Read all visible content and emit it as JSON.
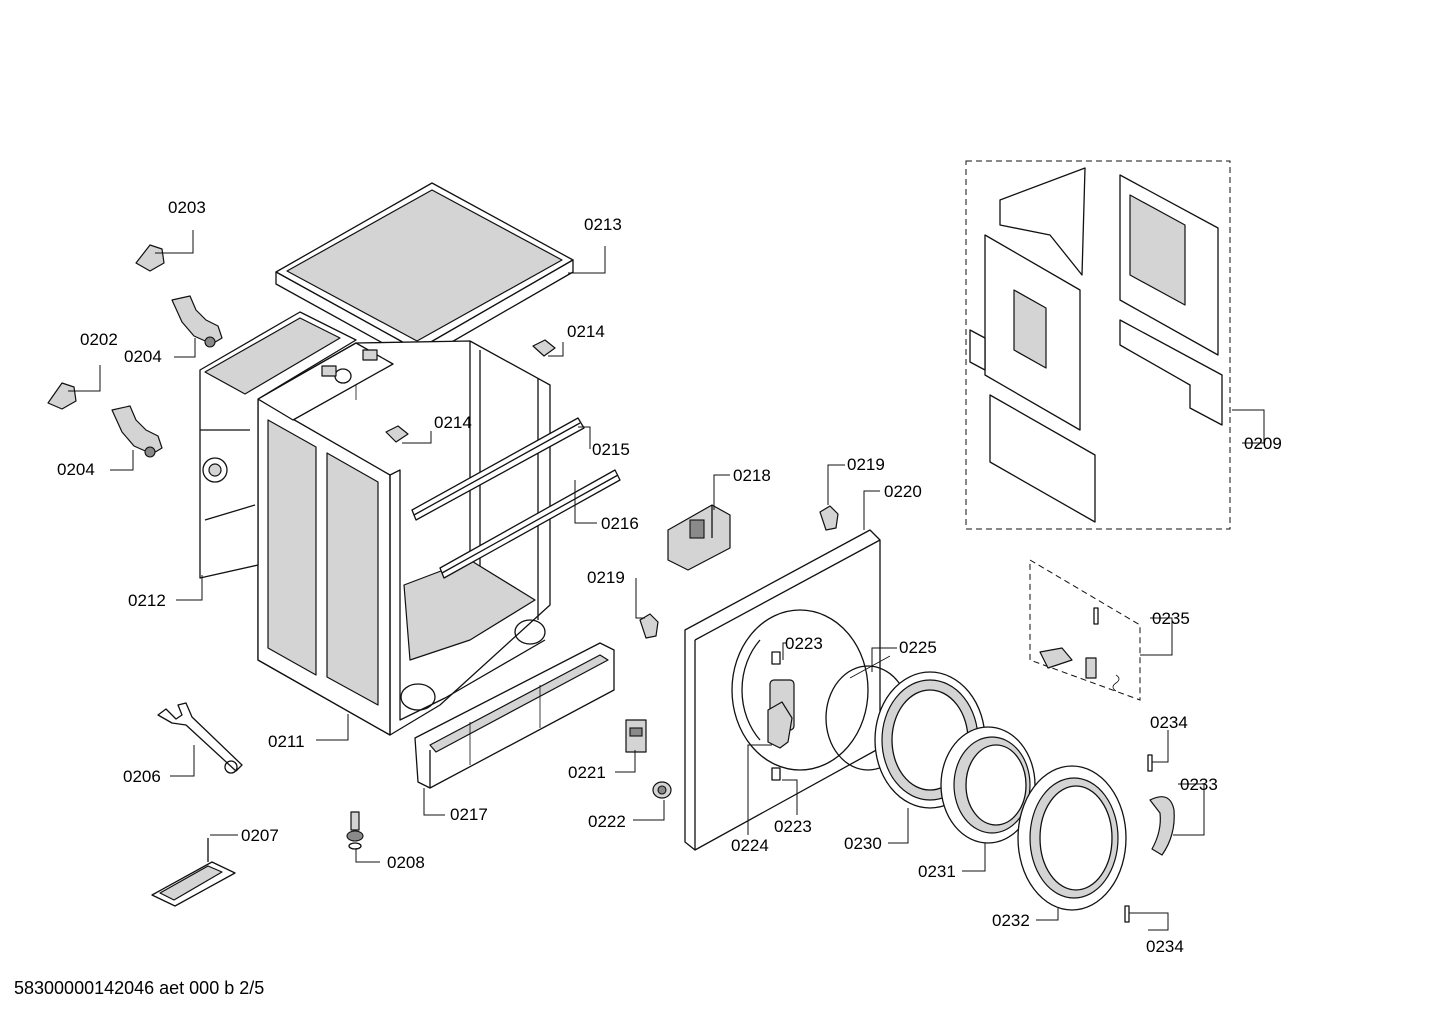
{
  "diagram": {
    "parts": [
      {
        "id": "p0203",
        "label": "0203"
      },
      {
        "id": "p0213",
        "label": "0213"
      },
      {
        "id": "p0202",
        "label": "0202"
      },
      {
        "id": "p0204a",
        "label": "0204"
      },
      {
        "id": "p0214a",
        "label": "0214"
      },
      {
        "id": "p0214b",
        "label": "0214"
      },
      {
        "id": "p0204b",
        "label": "0204"
      },
      {
        "id": "p0215",
        "label": "0215"
      },
      {
        "id": "p0209",
        "label": "0209"
      },
      {
        "id": "p0218",
        "label": "0218"
      },
      {
        "id": "p0219a",
        "label": "0219"
      },
      {
        "id": "p0220",
        "label": "0220"
      },
      {
        "id": "p0216",
        "label": "0216"
      },
      {
        "id": "p0219b",
        "label": "0219"
      },
      {
        "id": "p0212",
        "label": "0212"
      },
      {
        "id": "p0235",
        "label": "0235"
      },
      {
        "id": "p0223a",
        "label": "0223"
      },
      {
        "id": "p0225",
        "label": "0225"
      },
      {
        "id": "p0211",
        "label": "0211"
      },
      {
        "id": "p0234a",
        "label": "0234"
      },
      {
        "id": "p0221",
        "label": "0221"
      },
      {
        "id": "p0206",
        "label": "0206"
      },
      {
        "id": "p0233",
        "label": "0233"
      },
      {
        "id": "p0217",
        "label": "0217"
      },
      {
        "id": "p0222",
        "label": "0222"
      },
      {
        "id": "p0223b",
        "label": "0223"
      },
      {
        "id": "p0207",
        "label": "0207"
      },
      {
        "id": "p0224",
        "label": "0224"
      },
      {
        "id": "p0230",
        "label": "0230"
      },
      {
        "id": "p0208",
        "label": "0208"
      },
      {
        "id": "p0231",
        "label": "0231"
      },
      {
        "id": "p0232",
        "label": "0232"
      },
      {
        "id": "p0234b",
        "label": "0234"
      }
    ]
  },
  "footer": {
    "reference": "58300000142046 aet 000 b 2/5"
  }
}
